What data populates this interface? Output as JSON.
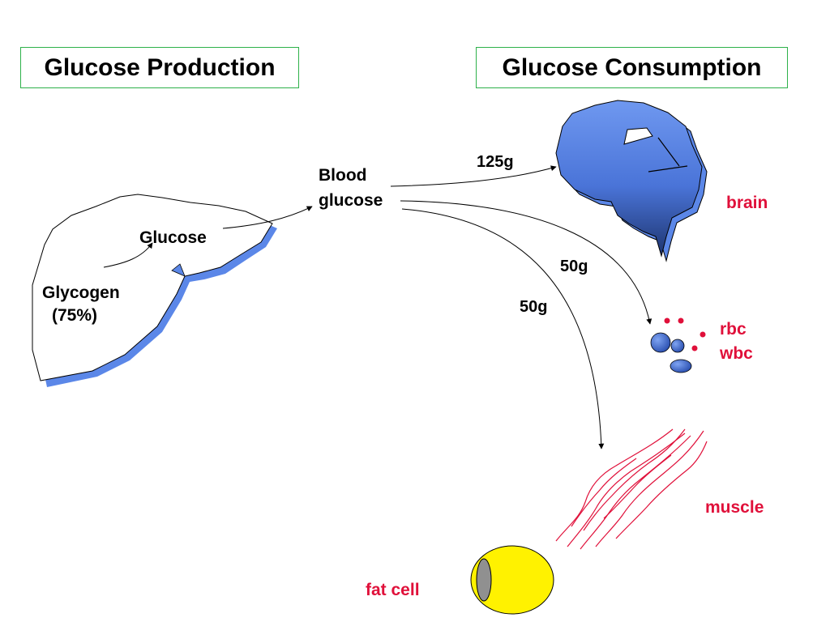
{
  "titles": {
    "production": "Glucose Production",
    "consumption": "Glucose Consumption"
  },
  "labels": {
    "glucose": "Glucose",
    "glycogen": "Glycogen",
    "glycogen_pct": "(75%)",
    "blood_line1": "Blood",
    "blood_line2": "glucose",
    "flow_brain": "125g",
    "flow_cells": "50g",
    "flow_muscle": "50g",
    "brain": "brain",
    "rbc": "rbc",
    "wbc": "wbc",
    "muscle": "muscle",
    "fat_cell": "fat cell"
  },
  "colors": {
    "organ_blue": "#5b87e8",
    "target_red": "#e0103a",
    "fat_yellow": "#fff200",
    "box_green": "#2db14a"
  }
}
